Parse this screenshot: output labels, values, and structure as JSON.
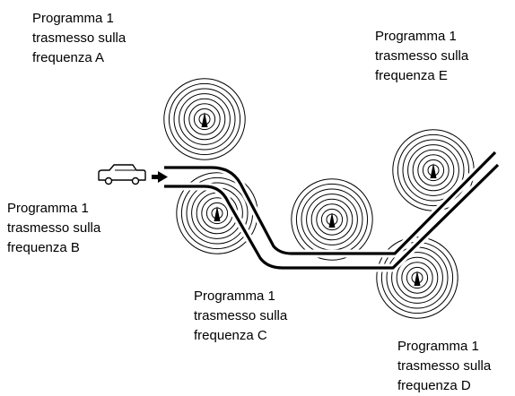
{
  "labels": {
    "a": [
      "Programma 1",
      "trasmesso sulla",
      "frequenza A"
    ],
    "b": [
      "Programma 1",
      "trasmesso sulla",
      "frequenza B"
    ],
    "c": [
      "Programma 1",
      "trasmesso sulla",
      "frequenza C"
    ],
    "d": [
      "Programma 1",
      "trasmesso sulla",
      "frequenza D"
    ],
    "e": [
      "Programma 1",
      "trasmesso sulla",
      "frequenza E"
    ]
  },
  "colors": {
    "line": "#000000",
    "background": "#ffffff"
  },
  "icons": {
    "vehicle": "car-icon",
    "direction": "arrow-right-icon",
    "transmitter": "antenna-tower-icon"
  }
}
